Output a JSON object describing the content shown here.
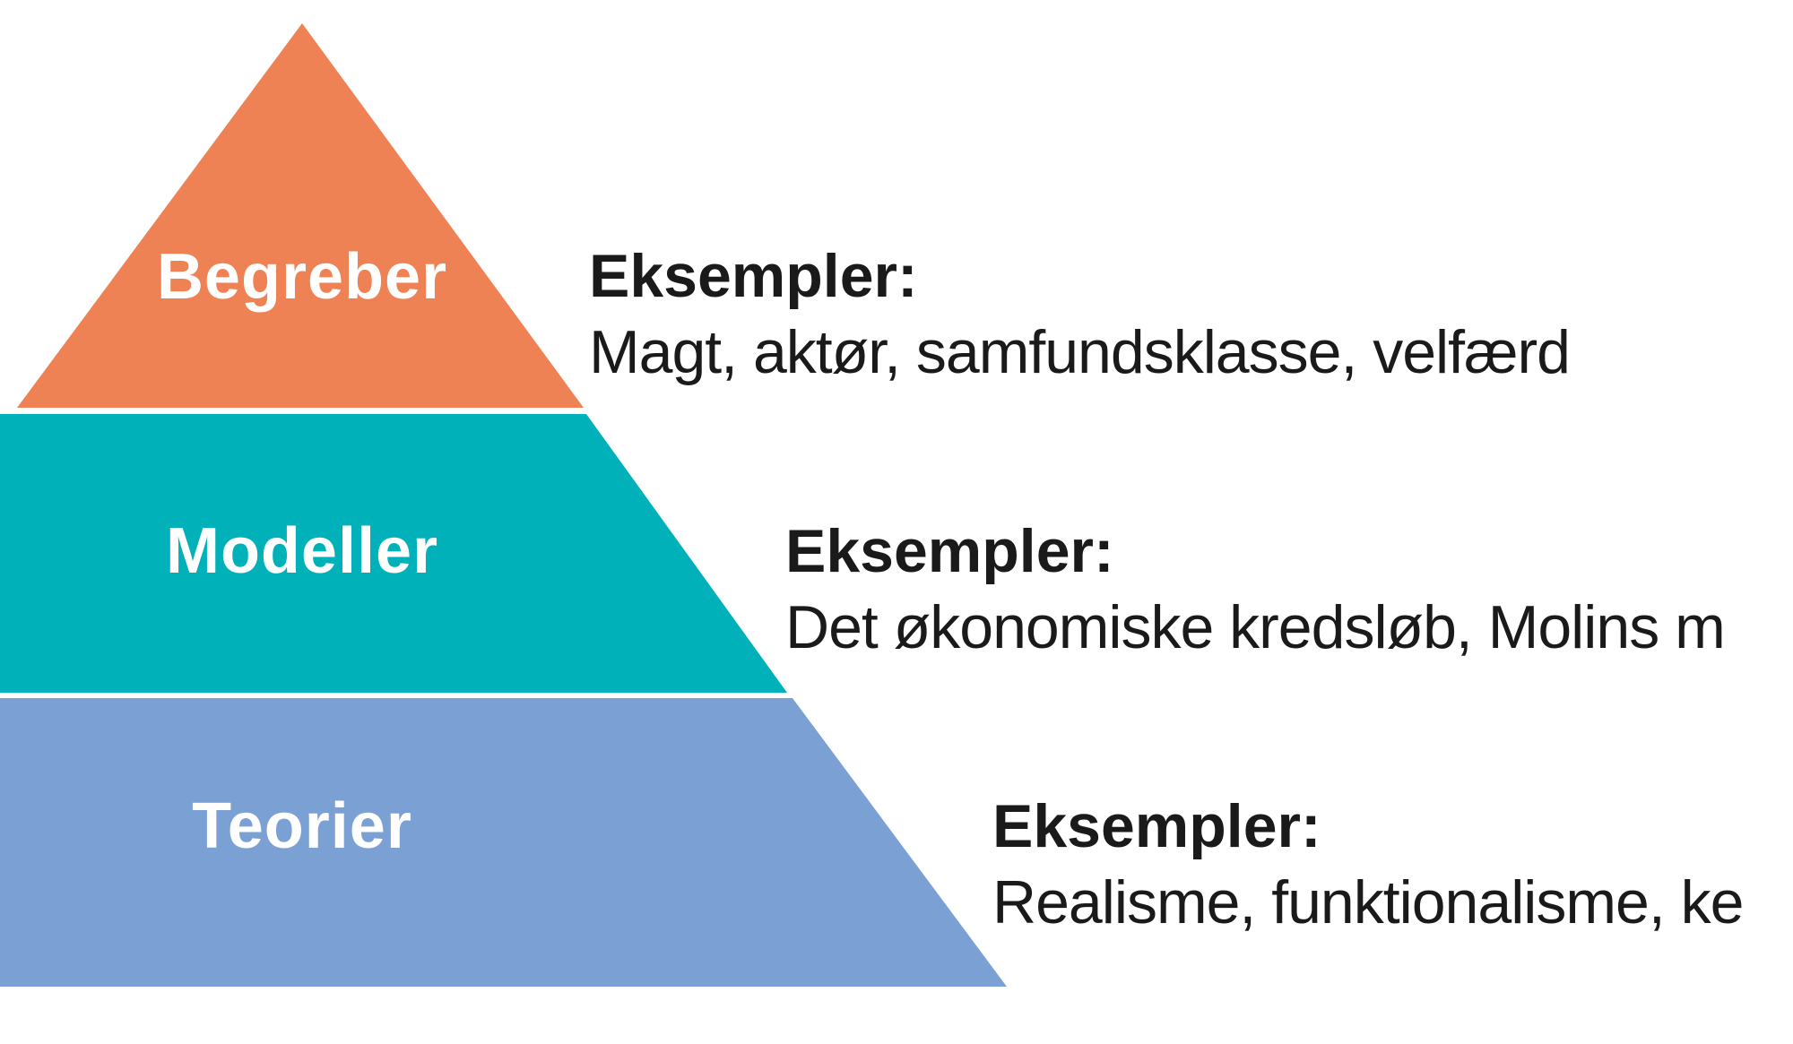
{
  "colors": {
    "begreber": "#EF8254",
    "modeller": "#00B1B9",
    "teorier": "#7BA0D4",
    "text": "#1a1a1a"
  },
  "tiers": [
    {
      "label": "Begreber",
      "heading": "Eksempler:",
      "examples": "Magt, aktør, samfundsklasse, velfærd"
    },
    {
      "label": "Modeller",
      "heading": "Eksempler:",
      "examples": "Det økonomiske kredsløb, Molins m"
    },
    {
      "label": "Teorier",
      "heading": "Eksempler:",
      "examples": "Realisme, funktionalisme, ke"
    }
  ]
}
